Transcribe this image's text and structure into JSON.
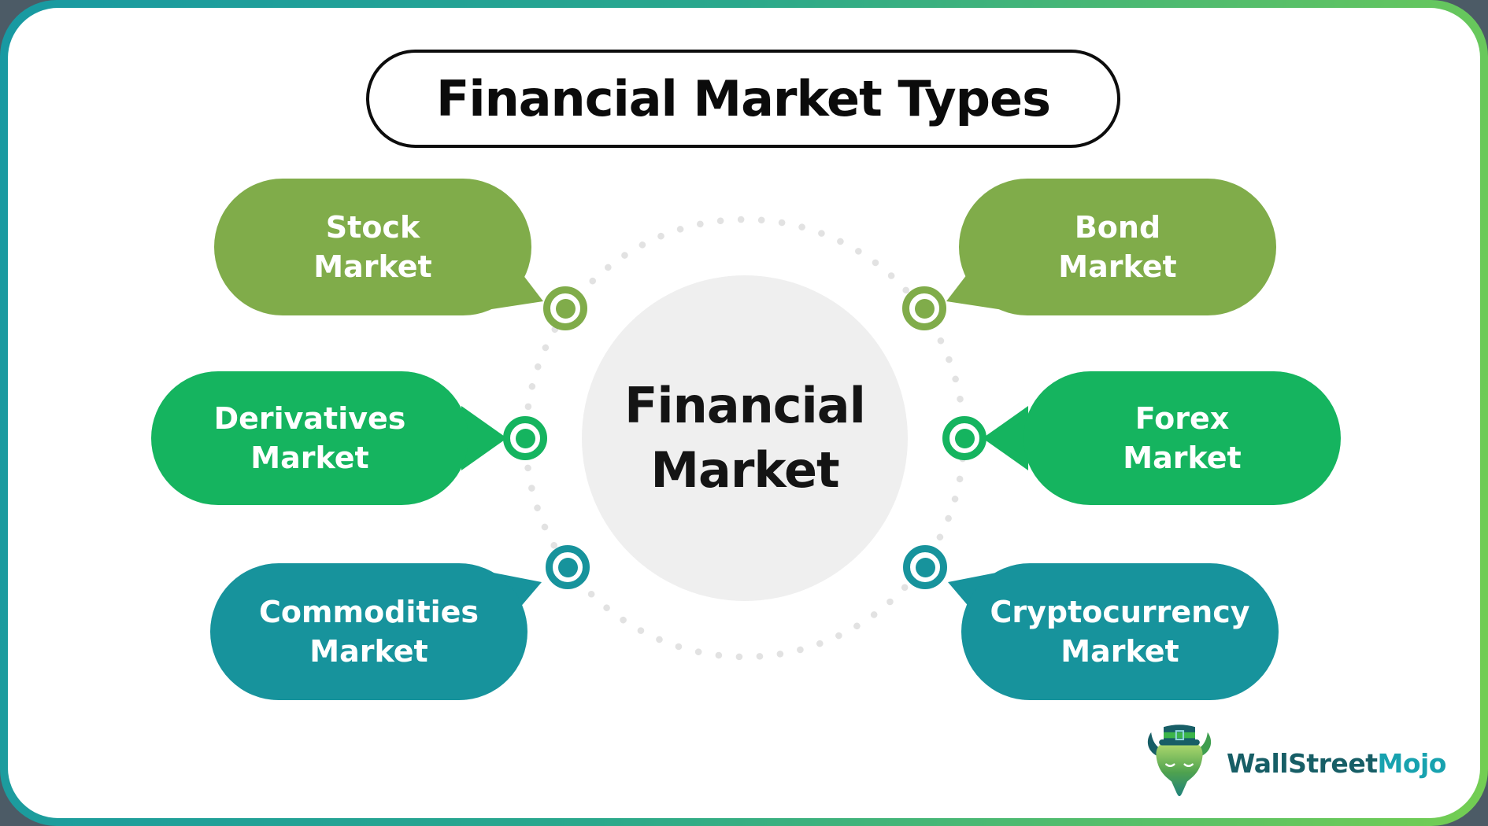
{
  "title": "Financial Market Types",
  "center_label": {
    "line1": "Financial",
    "line2": "Market"
  },
  "bubbles": [
    {
      "position": "top-left",
      "label_line1": "Stock",
      "label_line2": "Market",
      "color": "#80AC4A"
    },
    {
      "position": "top-right",
      "label_line1": "Bond",
      "label_line2": "Market",
      "color": "#80AC4A"
    },
    {
      "position": "middle-left",
      "label_line1": "Derivatives",
      "label_line2": "Market",
      "color": "#15B45F"
    },
    {
      "position": "middle-right",
      "label_line1": "Forex",
      "label_line2": "Market",
      "color": "#15B45F"
    },
    {
      "position": "bottom-left",
      "label_line1": "Commodities",
      "label_line2": "Market",
      "color": "#17939C"
    },
    {
      "position": "bottom-right",
      "label_line1": "Cryptocurrency",
      "label_line2": "Market",
      "color": "#17939C"
    }
  ],
  "logo": {
    "icon": "bull-mascot-icon",
    "text_primary": "WallStreet",
    "text_accent": "Mojo"
  },
  "colors": {
    "frame_gradient_start": "#1899A2",
    "frame_gradient_end": "#74CE52",
    "outer_background": "#4C5B66",
    "card_background": "#FFFFFF",
    "olive_green": "#80AC4A",
    "bright_green": "#15B45F",
    "teal": "#17939C",
    "center_circle": "#EFEFEF",
    "dotted_ring": "#E2E2E2",
    "title_text": "#0B0B0B",
    "logo_primary": "#175E66",
    "logo_accent": "#18A2AF"
  }
}
